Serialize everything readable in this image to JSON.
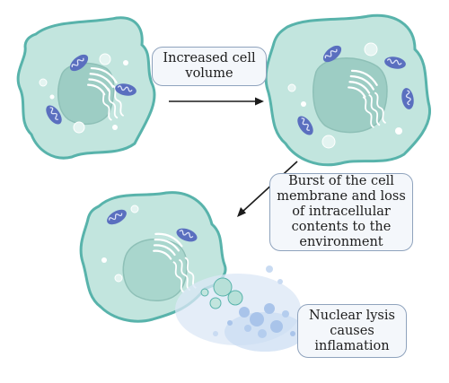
{
  "labels": {
    "volume": [
      "Increased cell",
      "volume"
    ],
    "burst": [
      "Burst of the cell",
      "membrane and loss",
      "of intracellular",
      "contents to the",
      "environment"
    ],
    "lysis": [
      "Nuclear lysis",
      "causes",
      "inflamation"
    ]
  },
  "colors": {
    "cytoplasm": "#c2e5de",
    "cell_outline": "#58b3ab",
    "nucleus": "#9dcdc4",
    "organelle": "#ffffff",
    "mitochondria": "#5a6fbf",
    "debris": "#a9c4ea",
    "arrow": "#1c1c1c",
    "box_border": "#8fa3bd",
    "box_fill": "#f4f7fb"
  }
}
